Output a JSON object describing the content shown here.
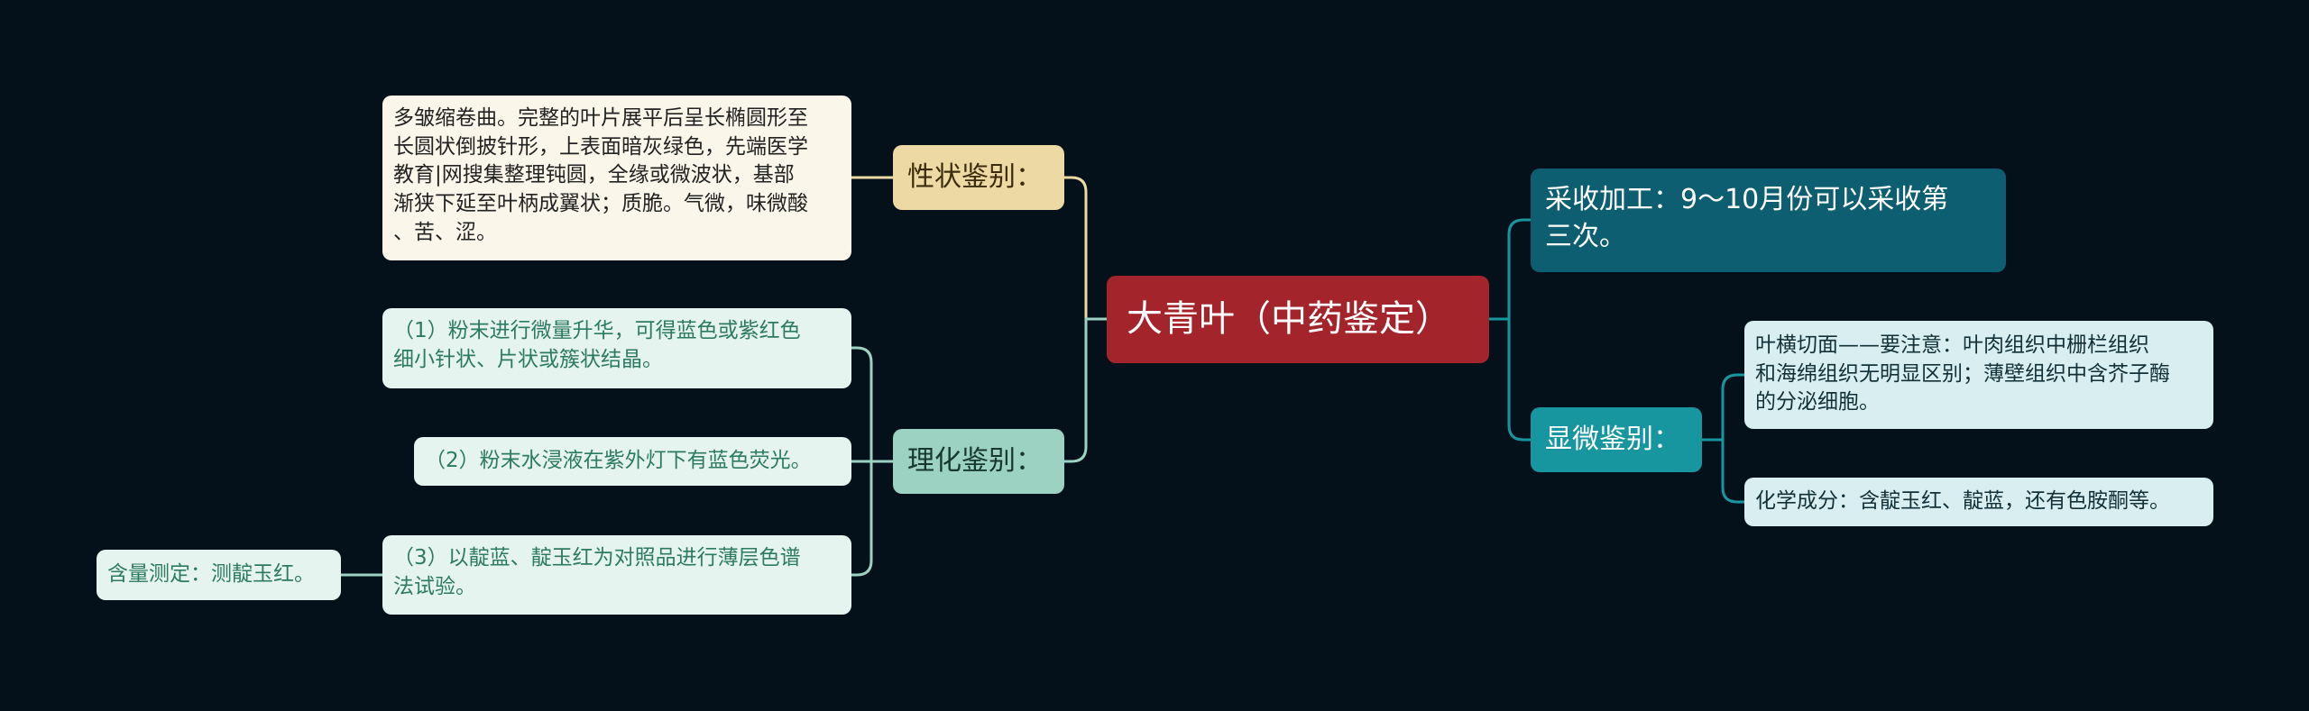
{
  "colors": {
    "background": "#04111a",
    "root": "#a3252b",
    "harvest": "#0e5e71",
    "micro_head": "#1796a0",
    "micro_leaf": "#d8eef0",
    "prop_head": "#edd9a4",
    "prop_leaf": "#fbf6ea",
    "phys_head": "#9cd2c1",
    "phys_leaf": "#e6f4ef",
    "link_right": "#1796a0",
    "link_prop": "#edd9a4",
    "link_phys": "#9cd2c1"
  },
  "root": {
    "label": "大青叶（中药鉴定）"
  },
  "right": {
    "harvest": {
      "lines": [
        "采收加工：9～10月份可以采收第",
        "三次。"
      ]
    },
    "micro": {
      "label": "显微鉴别：",
      "children": [
        {
          "lines": [
            "叶横切面——要注意：叶肉组织中栅栏组织",
            "和海绵组织无明显区别；薄壁组织中含芥子酶",
            "的分泌细胞。"
          ]
        },
        {
          "lines": [
            "化学成分：含靛玉红、靛蓝，还有色胺酮等。"
          ]
        }
      ]
    }
  },
  "left": {
    "properties": {
      "label": "性状鉴别：",
      "text_lines": [
        "多皱缩卷曲。完整的叶片展平后呈长椭圆形至",
        "长圆状倒披针形，上表面暗灰绿色，先端医学",
        "教育|网搜集整理钝圆，全缘或微波状，基部",
        "渐狭下延至叶柄成翼状；质脆。气微，味微酸",
        "、苦、涩。"
      ]
    },
    "physchem": {
      "label": "理化鉴别：",
      "children": [
        {
          "lines": [
            "（1）粉末进行微量升华，可得蓝色或紫红色",
            "细小针状、片状或簇状结晶。"
          ]
        },
        {
          "lines": [
            "（2）粉末水浸液在紫外灯下有蓝色荧光。"
          ]
        },
        {
          "lines": [
            "（3）以靛蓝、靛玉红为对照品进行薄层色谱",
            "法试验。"
          ],
          "child": {
            "lines": [
              "含量测定：测靛玉红。"
            ]
          }
        }
      ]
    }
  }
}
